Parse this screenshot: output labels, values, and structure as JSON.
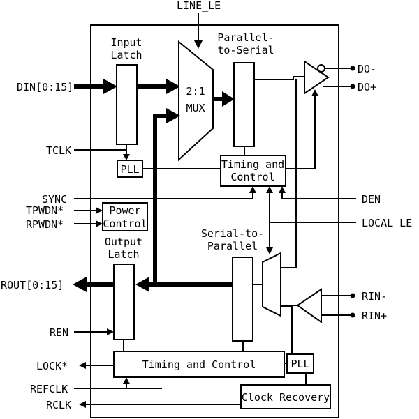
{
  "diagram": {
    "top_input": "LINE_LE",
    "left_signals": {
      "din": "DIN[0:15]",
      "tclk": "TCLK",
      "sync": "SYNC",
      "tpwdn": "TPWDN*",
      "rpwdn": "RPWDN*",
      "rout": "ROUT[0:15]",
      "ren": "REN",
      "lock": "LOCK*",
      "refclk": "REFCLK",
      "rclk": "RCLK"
    },
    "right_signals": {
      "do_minus": "DO-",
      "do_plus": "DO+",
      "den": "DEN",
      "local_le": "LOCAL_LE",
      "rin_minus": "RIN-",
      "rin_plus": "RIN+"
    },
    "blocks": {
      "input_latch": [
        "Input",
        "Latch"
      ],
      "mux": [
        "2:1",
        "MUX"
      ],
      "parallel_to_serial": [
        "Parallel-",
        "to-Serial"
      ],
      "tx_pll": "PLL",
      "tx_timing": [
        "Timing and",
        "Control"
      ],
      "power_control": [
        "Power",
        "Control"
      ],
      "output_latch": [
        "Output",
        "Latch"
      ],
      "serial_to_parallel": [
        "Serial-to-",
        "Parallel"
      ],
      "rx_timing": "Timing and Control",
      "rx_pll": "PLL",
      "clock_recovery": "Clock Recovery"
    }
  }
}
